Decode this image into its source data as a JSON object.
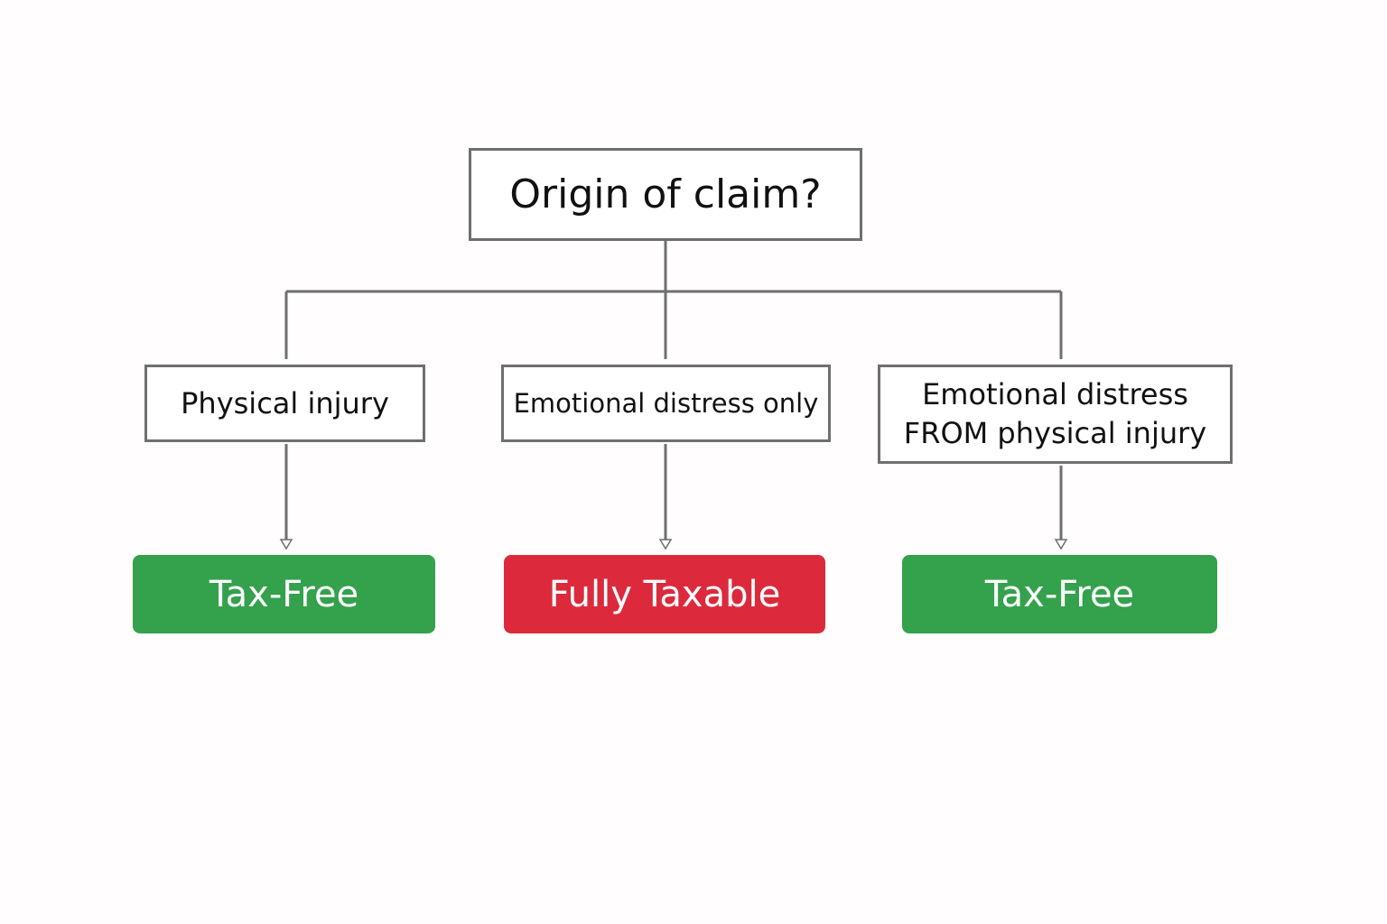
{
  "root": {
    "label": "Origin of claim?"
  },
  "categories": [
    {
      "lines": [
        "Physical injury"
      ]
    },
    {
      "lines": [
        "Emotional distress only"
      ]
    },
    {
      "lines": [
        "Emotional distress",
        "FROM physical injury"
      ]
    }
  ],
  "outcomes": [
    {
      "label": "Tax-Free",
      "color": "#34a14c"
    },
    {
      "label": "Fully Taxable",
      "color": "#dc2a3c"
    },
    {
      "label": "Tax-Free",
      "color": "#34a14c"
    }
  ],
  "colors": {
    "line": "#6f6f6f",
    "border": "#6f6f6f"
  }
}
